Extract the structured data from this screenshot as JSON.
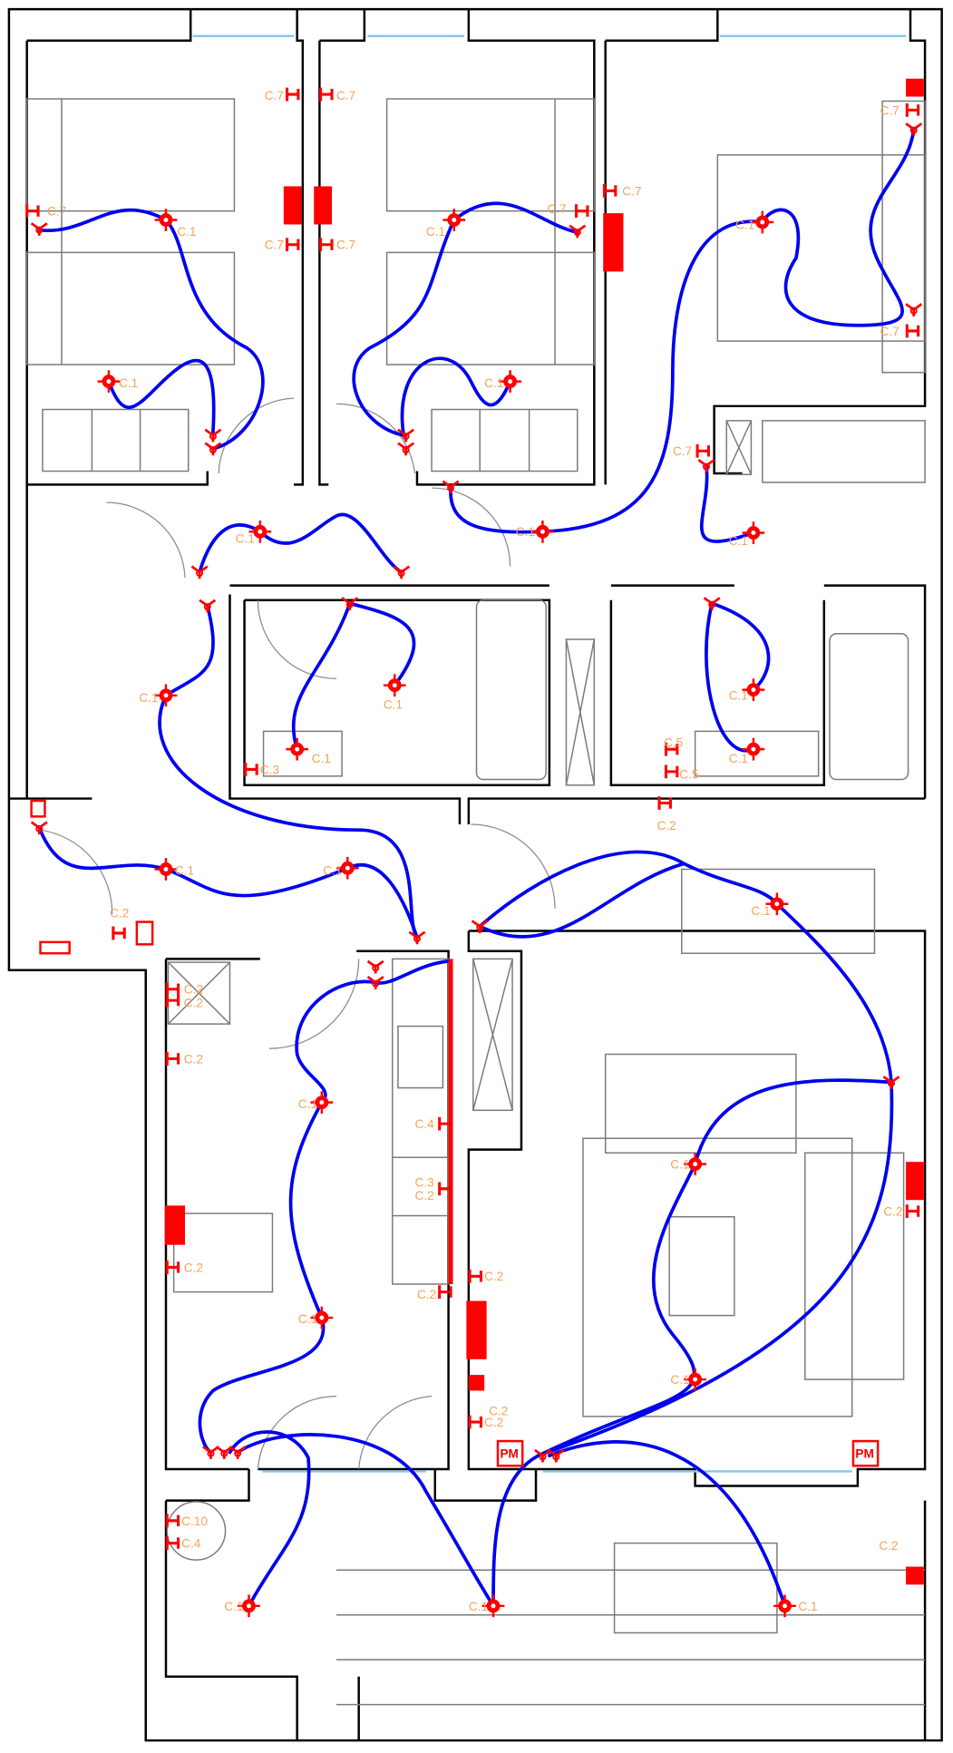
{
  "colors": {
    "wiring": "#0000ee",
    "fixtures": "#ff0000",
    "labels": "#f5a35a",
    "walls": "#000000",
    "windows": "#87c7e8"
  },
  "labels": [
    "C.7",
    "C.7",
    "C.7",
    "C.7",
    "C.7",
    "C.1",
    "C.1",
    "C.1",
    "C.7",
    "C.7",
    "C.1",
    "C.1",
    "C.7",
    "C.7",
    "C.7",
    "C.1",
    "C.1",
    "C.1",
    "C.1",
    "C.1",
    "C.1",
    "C.3",
    "C.1",
    "C.1",
    "C.5",
    "C.5",
    "C.2",
    "C.1",
    "C.1",
    "C.2",
    "C.1",
    "C.2",
    "C.2",
    "C.2",
    "C.1",
    "C.4",
    "C.3",
    "C.2",
    "C.2",
    "C.1",
    "C.2",
    "C.2",
    "C.2",
    "C.1",
    "C.1",
    "C.2",
    "C.10",
    "C.4",
    "C.1",
    "C.1",
    "C.1",
    "C.2",
    "C.2"
  ],
  "panels": {
    "pm_1": "PM",
    "pm_2": "PM"
  }
}
